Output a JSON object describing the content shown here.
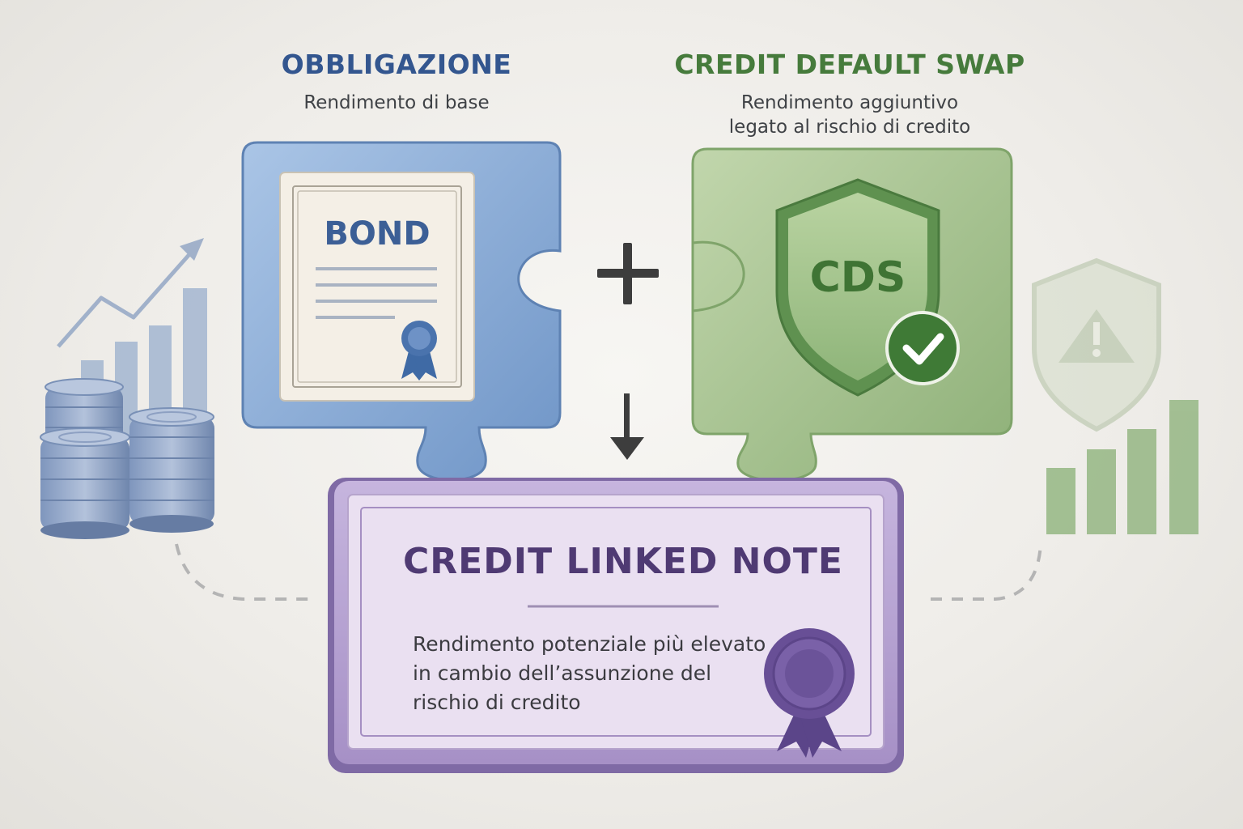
{
  "colors": {
    "bond": "#33568f",
    "cds": "#467b3c",
    "cln": "#4f3a73",
    "bond_piece": "#8fb0d8",
    "cds_piece": "#a6c290",
    "cln_piece": "#b6a2d0"
  },
  "bond": {
    "title": "OBBLIGAZIONE",
    "subtitle": "Rendimento di base",
    "certificate_label": "BOND"
  },
  "cds": {
    "title": "CREDIT DEFAULT SWAP",
    "subtitle_line1": "Rendimento aggiuntivo",
    "subtitle_line2": "legato al rischio di credito",
    "shield_label": "CDS"
  },
  "cln": {
    "title": "CREDIT LINKED NOTE",
    "desc_line1": "Rendimento potenziale più elevato",
    "desc_line2": "in cambio dell’assunzione del",
    "desc_line3": "rischio di credito"
  },
  "icons": [
    "plus-icon",
    "arrow-down-icon",
    "coins-icon",
    "growth-chart-icon",
    "warning-shield-icon",
    "bar-chart-icon",
    "ribbon-seal-icon",
    "check-icon"
  ]
}
